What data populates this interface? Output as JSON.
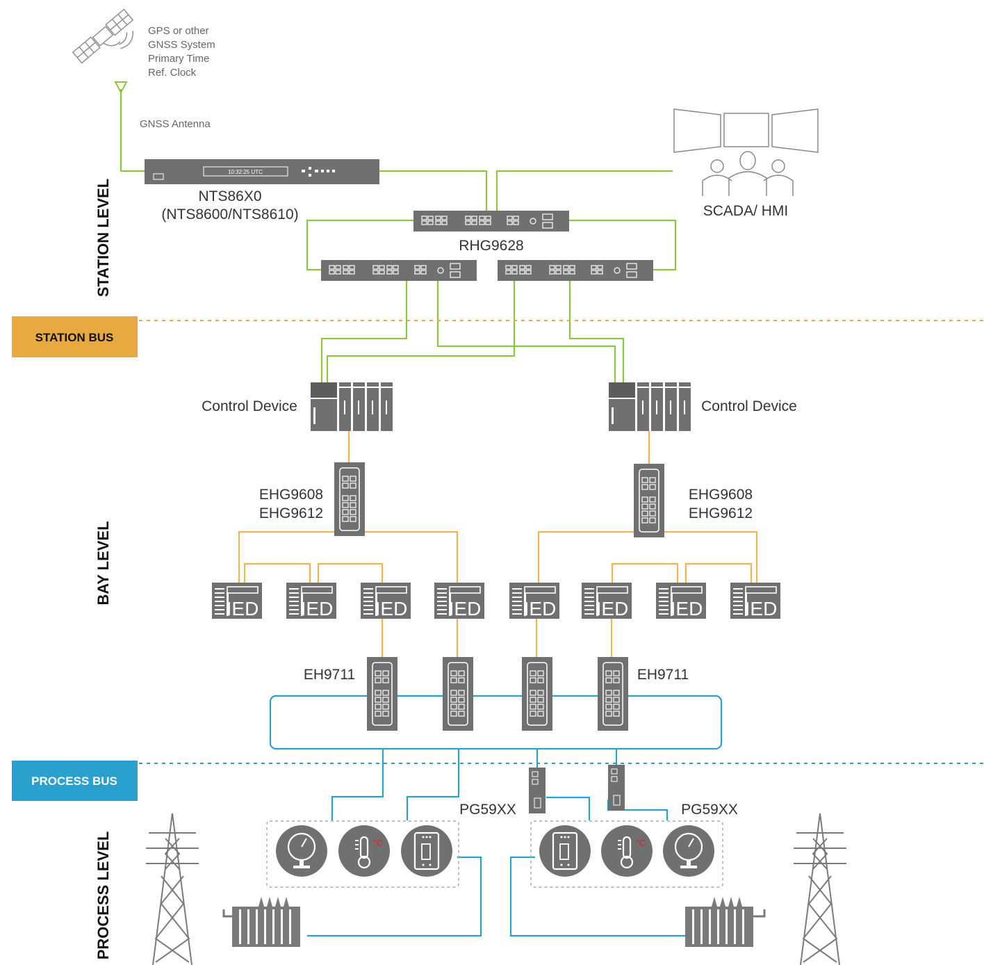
{
  "gps": {
    "lines": [
      "GPS or other",
      "GNSS System",
      "Primary Time",
      "Ref. Clock"
    ],
    "antenna": "GNSS Antenna"
  },
  "nts": {
    "display": "10:32:25 UTC",
    "name": "NTS86X0",
    "models": "(NTS8600/NTS8610)"
  },
  "scada": {
    "label": "SCADA/ HMI"
  },
  "rhg": {
    "label": "RHG9628"
  },
  "levels": {
    "station": "STATION LEVEL",
    "bay": "BAY LEVEL",
    "process": "PROCESS LEVEL"
  },
  "buses": {
    "station": "STATION BUS",
    "process": "PROCESS BUS"
  },
  "control": {
    "left": "Control Device",
    "right": "Control Device"
  },
  "ehg": {
    "left": [
      "EHG9608",
      "EHG9612"
    ],
    "right": [
      "EHG9608",
      "EHG9612"
    ]
  },
  "ied": {
    "label": "IED"
  },
  "eh9711": {
    "left": "EH9711",
    "right": "EH9711"
  },
  "pg": {
    "left": "PG59XX",
    "right": "PG59XX"
  },
  "sensor_unit": "°C",
  "colors": {
    "green": "#8cc63f",
    "orange": "#f0b450",
    "blue": "#2aa0cf",
    "device": "#707070",
    "station_bus": "#e8a940",
    "process_bus": "#2aa0cf"
  }
}
